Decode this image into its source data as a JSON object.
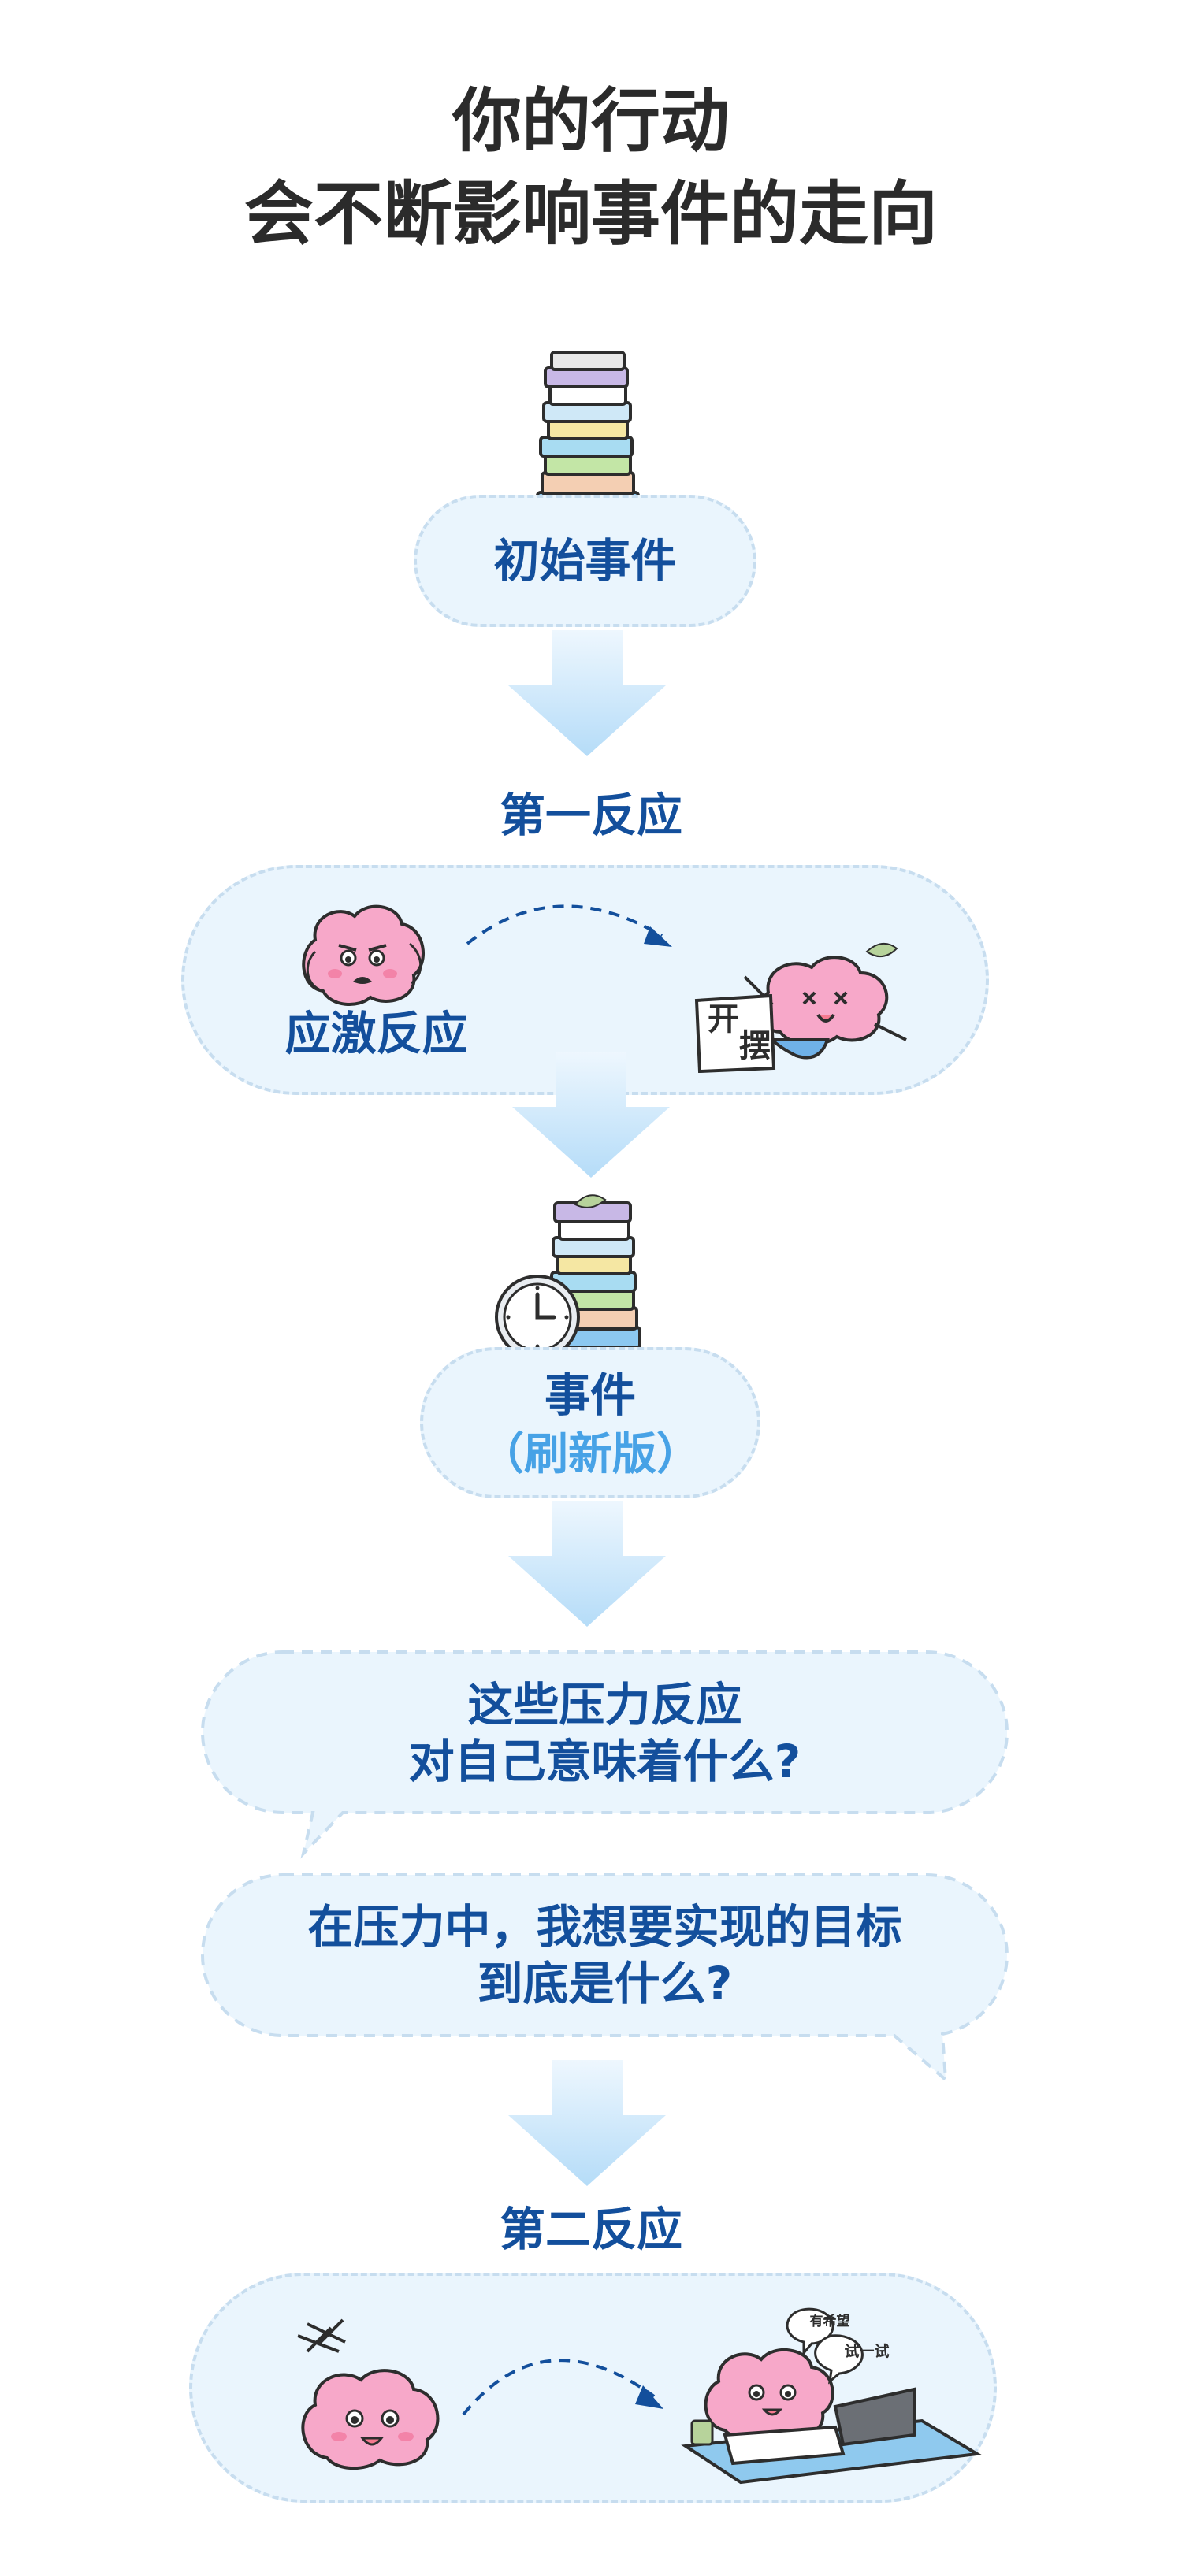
{
  "title": {
    "line1": "你的行动",
    "line2": "会不断影响事件的走向"
  },
  "initial_event": {
    "label": "初始事件"
  },
  "first_reaction": {
    "heading": "第一反应",
    "stress_label": "应激反应",
    "sign_text_1": "开",
    "sign_text_2": "摆"
  },
  "event_refresh": {
    "line1": "事件",
    "line2": "（刷新版）"
  },
  "question1": {
    "line1": "这些压力反应",
    "line2": "对自己意味着什么?"
  },
  "question2": {
    "line1": "在压力中，我想要实现的目标",
    "line2": "到底是什么?"
  },
  "second_reaction": {
    "heading": "第二反应",
    "bubble_1": "有希望",
    "bubble_2": "试一试"
  },
  "colors": {
    "title": "#2b2b2b",
    "label_blue": "#134f9c",
    "label_light": "#47a2e6",
    "pill_fill": "#eaf5fd",
    "pill_border": "#c7ddef",
    "arrow": "#bfe1f9",
    "brain_pink": "#f7a8c9"
  },
  "icons": [
    "book-stack-icon",
    "brain-stressed-icon",
    "brain-collapsed-icon",
    "clock-icon",
    "brain-happy-icon",
    "laptop-icon"
  ]
}
